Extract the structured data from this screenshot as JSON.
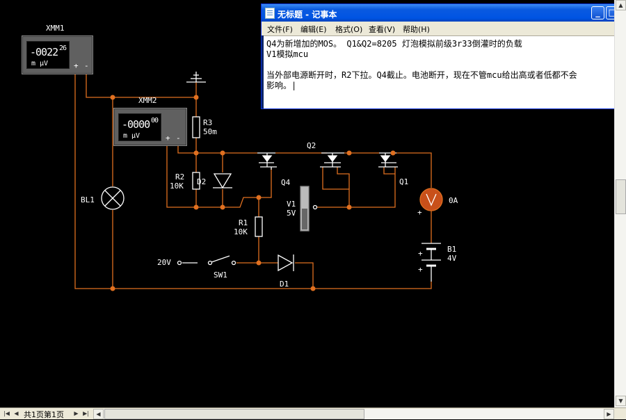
{
  "notepad": {
    "title": "无标题 - 记事本",
    "menu": [
      "文件(F)",
      "编辑(E)",
      "格式(O)",
      "查看(V)",
      "帮助(H)"
    ],
    "lines": [
      "Q4为新增加的MOS。  Q1&Q2=8205    灯泡模拟前级3r33倒灌时的负载",
      "V1模拟mcu",
      "",
      "当外部电源断开时，R2下拉。Q4截止。电池断开，现在不管mcu给出高或者低都不会",
      "影响。|"
    ],
    "buttons": {
      "minimize": "_",
      "maximize": "□",
      "close": "×"
    }
  },
  "meters": {
    "xmm1": {
      "name": "XMM1",
      "value": "-0022",
      "small": "26",
      "unit": "m  μV",
      "plus": "+",
      "minus": "-"
    },
    "xmm2": {
      "name": "XMM2",
      "value": "-0000",
      "small": "00",
      "unit": "m  μV",
      "plus": "+",
      "minus": "-"
    }
  },
  "components": {
    "bl1": "BL1",
    "r3_name": "R3",
    "r3_value": "50m",
    "r2_name": "R2",
    "r2_value": "10K",
    "d2": "D2",
    "q2": "Q2",
    "q4": "Q4",
    "q1": "Q1",
    "v1_name": "V1",
    "v1_value": "5V",
    "r1_name": "R1",
    "r1_value": "10K",
    "ammeter": "0A",
    "b1_name": "B1",
    "b1_value": "4V",
    "source": "20V",
    "sw1": "SW1",
    "d1": "D1",
    "plus_b1": "+",
    "plus_b1_bottom": "+",
    "plus_amm": "+"
  },
  "status": {
    "page": "共1页第1页"
  },
  "colors": {
    "wire": "#e07020",
    "component": "#ffffff",
    "background": "#000000",
    "ammeter": "#c8501a"
  }
}
